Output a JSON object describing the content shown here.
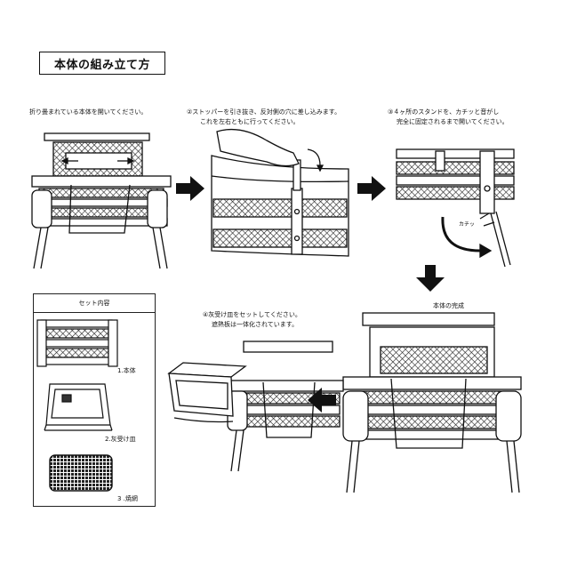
{
  "title": "本体の組み立て方",
  "steps": {
    "s1": "折り畳まれている本体を開いてください。",
    "s2_line1": "②ストッパーを引き抜き、反対側の穴に差し込みます。",
    "s2_line2": "これを左右ともに行ってください。",
    "s3_line1": "③４ヶ所のスタンドを、カチッと音がし",
    "s3_line2": "完全に固定されるまで開いてください。",
    "s3_click": "カチッ",
    "complete": "本体の完成",
    "s4_line1": "④灰受け皿をセットしてください。",
    "s4_line2": "遮熱板は一体化されています。"
  },
  "set_contents": {
    "header": "セット内容",
    "items": [
      "1.本体",
      "2.灰受け皿",
      "3 .焼網"
    ]
  },
  "colors": {
    "ink": "#111111",
    "paper": "#ffffff"
  }
}
